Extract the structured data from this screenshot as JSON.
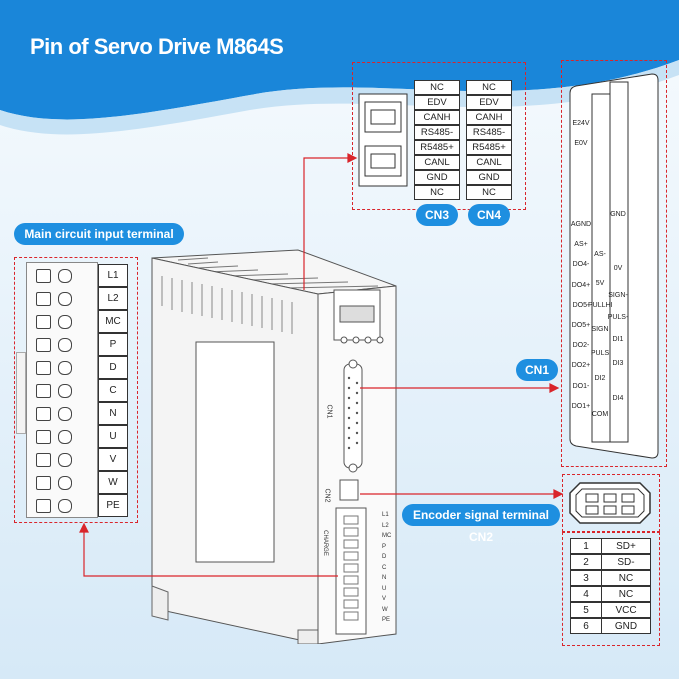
{
  "title": "Pin of Servo Drive M864S",
  "labels": {
    "main_circuit": "Main circuit input terminal",
    "cn1": "CN1",
    "cn3": "CN3",
    "cn4": "CN4",
    "encoder": "Encoder signal terminal CN2"
  },
  "main_terminals": [
    "L1",
    "L2",
    "MC",
    "P",
    "D",
    "C",
    "N",
    "U",
    "V",
    "W",
    "PE"
  ],
  "cn3_pins": [
    "NC",
    "EDV",
    "CANH",
    "RS485-",
    "R5485+",
    "CANL",
    "GND",
    "NC"
  ],
  "cn4_pins": [
    "NC",
    "EDV",
    "CANH",
    "RS485-",
    "R5485+",
    "CANL",
    "GND",
    "NC"
  ],
  "cn1": {
    "left": [
      {
        "label": "E24V",
        "row": 0
      },
      {
        "label": "E0V",
        "row": 1
      },
      {
        "label": "AGND",
        "row": 5
      },
      {
        "label": "AS+",
        "row": 6
      },
      {
        "label": "DO4-",
        "row": 7
      },
      {
        "label": "DO4+",
        "row": 8
      },
      {
        "label": "DO5-",
        "row": 9
      },
      {
        "label": "DO5+",
        "row": 10
      },
      {
        "label": "DO2-",
        "row": 11
      },
      {
        "label": "DO2+",
        "row": 12
      },
      {
        "label": "DO1-",
        "row": 13
      },
      {
        "label": "DO1+",
        "row": 14
      }
    ],
    "right": [
      {
        "label": "GND",
        "row": 4.5
      },
      {
        "label": "AS-",
        "row": 6.5
      },
      {
        "label": "0V",
        "row": 7.2
      },
      {
        "label": "5V",
        "row": 7.9
      },
      {
        "label": "SIGN-",
        "row": 8.5
      },
      {
        "label": "PULLHI",
        "row": 9.0
      },
      {
        "label": "PULS-",
        "row": 9.6
      },
      {
        "label": "SIGN",
        "row": 10.2
      },
      {
        "label": "DI1",
        "row": 10.7
      },
      {
        "label": "PULS",
        "row": 11.4
      },
      {
        "label": "DI3",
        "row": 11.9
      },
      {
        "label": "DI2",
        "row": 12.6
      },
      {
        "label": "DI4",
        "row": 13.6
      },
      {
        "label": "COM",
        "row": 14.4
      }
    ]
  },
  "cn2_table": [
    {
      "no": "1",
      "sig": "SD+"
    },
    {
      "no": "2",
      "sig": "SD-"
    },
    {
      "no": "3",
      "sig": "NC"
    },
    {
      "no": "4",
      "sig": "NC"
    },
    {
      "no": "5",
      "sig": "VCC"
    },
    {
      "no": "6",
      "sig": "GND"
    }
  ],
  "device": {
    "cn1_label": "CN1",
    "cn2_label": "CN2",
    "charge_label": "CHARGE",
    "terminal_labels": [
      "L1",
      "L2",
      "MC",
      "P",
      "D",
      "C",
      "N",
      "U",
      "V",
      "W",
      "PE"
    ]
  },
  "colors": {
    "accent": "#1e8fe0",
    "banner": "#1a86d9",
    "leader": "#d9252b"
  }
}
